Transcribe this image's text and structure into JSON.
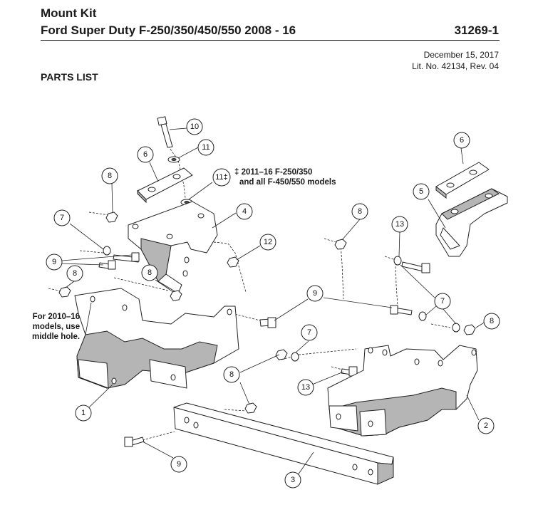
{
  "header": {
    "title": "Mount Kit",
    "subtitle": "Ford Super Duty F-250/350/450/550 2008 - 16",
    "doc_number": "31269-1",
    "date": "December 15, 2017",
    "lit_no": "Lit. No. 42134, Rev. 04"
  },
  "section": {
    "title": "PARTS LIST"
  },
  "notes": {
    "n2011_line1": "‡ 2011–16 F-250/350",
    "n2011_line2": "and all F-450/550 models",
    "n2010_line1": "For 2010–16",
    "n2010_line2": "models, use",
    "n2010_line3": "middle hole."
  },
  "callouts": {
    "c10": "10",
    "c11a": "11",
    "c6a": "6",
    "c8a": "8",
    "c11b": "11‡",
    "c4": "4",
    "c7a": "7",
    "c9a": "9",
    "c8b": "8",
    "c8c": "8",
    "c12": "12",
    "c6b": "6",
    "c5": "5",
    "c8d": "8",
    "c13a": "13",
    "c9b": "9",
    "c7b": "7",
    "c8e": "8",
    "c7c": "7",
    "c8f": "8",
    "c13b": "13",
    "c1": "1",
    "c2": "2",
    "c3": "3",
    "c9c": "9"
  }
}
